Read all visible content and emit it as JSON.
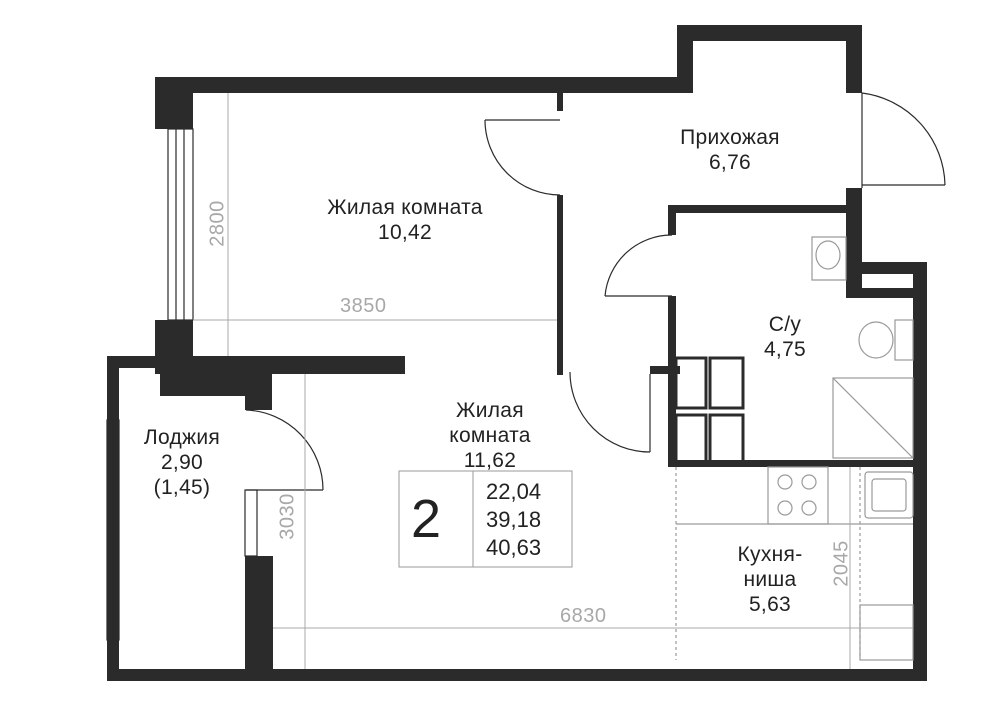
{
  "rooms": {
    "living1": {
      "name": "Жилая комната",
      "area": "10,42"
    },
    "hall": {
      "name": "Прихожая",
      "area": "6,76"
    },
    "bath": {
      "name": "С/у",
      "area": "4,75"
    },
    "living2": {
      "name_line1": "Жилая",
      "name_line2": "комната",
      "area": "11,62"
    },
    "loggia": {
      "name": "Лоджия",
      "area": "2,90",
      "area_reduced": "(1,45)"
    },
    "kitchen": {
      "name_line1": "Кухня-",
      "name_line2": "ниша",
      "area": "5,63"
    }
  },
  "dimensions": {
    "d2800": "2800",
    "d3850": "3850",
    "d3030": "3030",
    "d6830": "6830",
    "d2045": "2045"
  },
  "summary": {
    "rooms_count": "2",
    "living_area": "22,04",
    "total_area": "39,18",
    "total_area_with_loggia": "40,63"
  },
  "colors": {
    "wall": "#2b2b2b",
    "thin_line": "#2b2b2b",
    "dimension": "#a8a8a8",
    "fixture": "#9a9a9a"
  }
}
